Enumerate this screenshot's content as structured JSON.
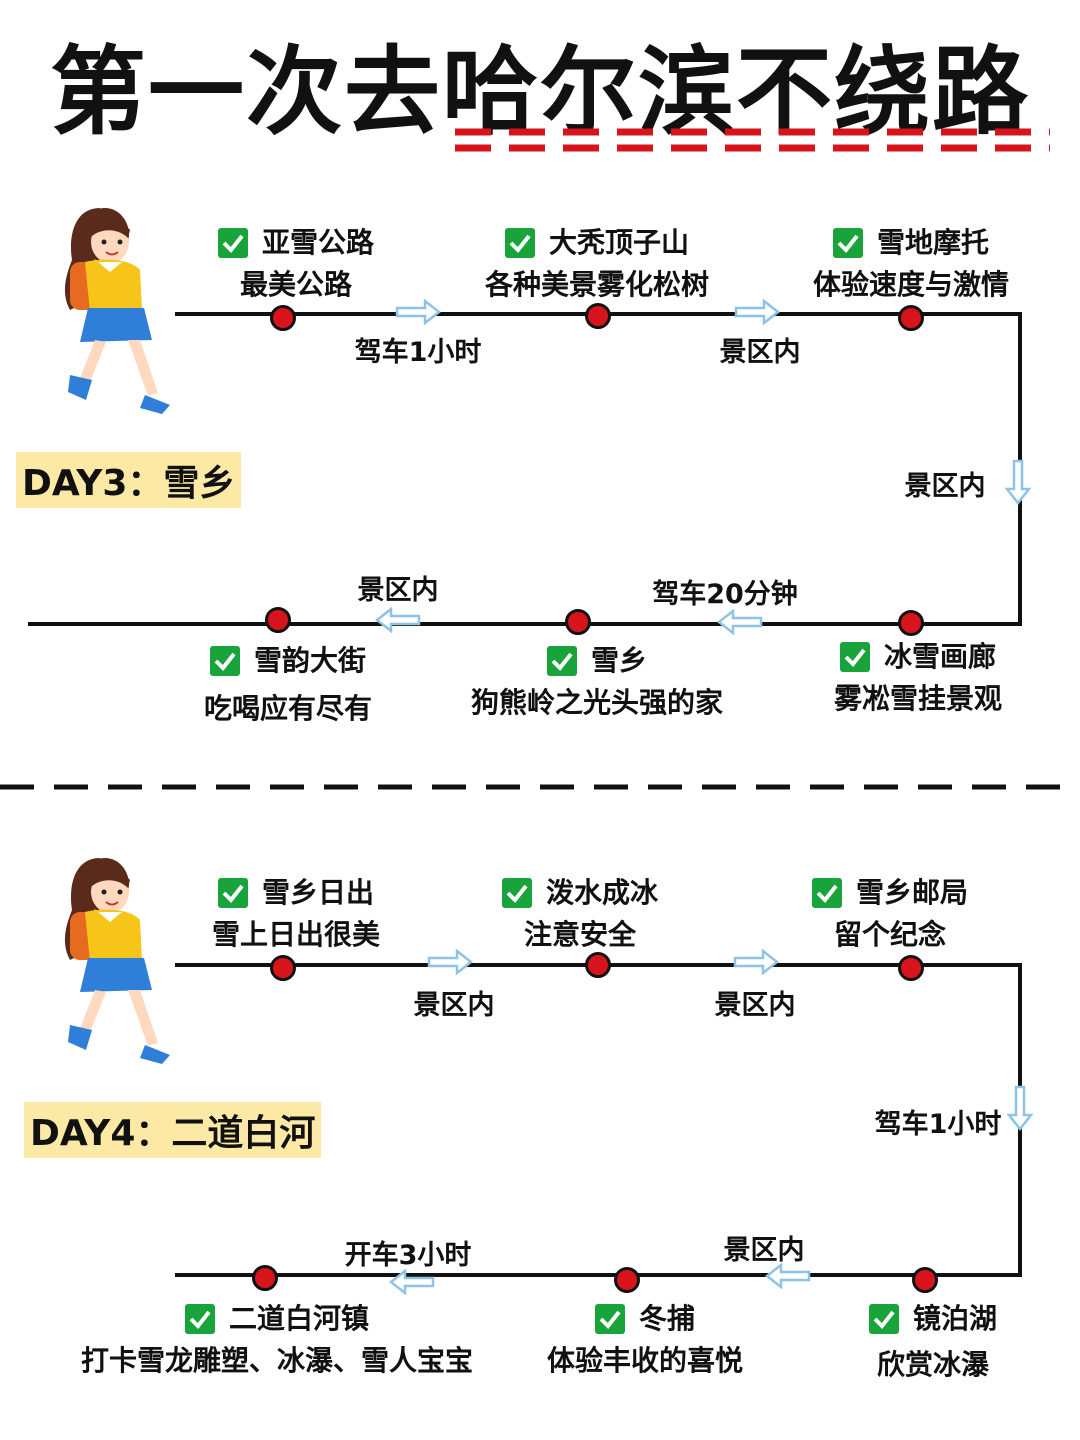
{
  "title": "第一次去哈尔滨不绕路",
  "colors": {
    "dot": "#d7131c",
    "check": "#18a43b",
    "tag_bg": "#fde9a6",
    "title_dash": "#d7131c",
    "arrow": "#a9d4ef"
  },
  "icons": [
    "girl-illustration",
    "check-icon",
    "arrow-right-icon",
    "arrow-left-icon",
    "arrow-down-icon"
  ],
  "days": [
    {
      "tag": "DAY3：雪乡",
      "stops": [
        {
          "name": "亚雪公路",
          "desc": "最美公路"
        },
        {
          "name": "大秃顶子山",
          "desc": "各种美景雾化松树"
        },
        {
          "name": "雪地摩托",
          "desc": "体验速度与激情"
        },
        {
          "name": "冰雪画廊",
          "desc": "雾凇雪挂景观"
        },
        {
          "name": "雪乡",
          "desc": "狗熊岭之光头强的家"
        },
        {
          "name": "雪韵大街",
          "desc": "吃喝应有尽有"
        }
      ],
      "legs": [
        "驾车1小时",
        "景区内",
        "景区内",
        "驾车20分钟",
        "景区内"
      ]
    },
    {
      "tag": "DAY4：二道白河",
      "stops": [
        {
          "name": "雪乡日出",
          "desc": "雪上日出很美"
        },
        {
          "name": "泼水成冰",
          "desc": "注意安全"
        },
        {
          "name": "雪乡邮局",
          "desc": "留个纪念"
        },
        {
          "name": "镜泊湖",
          "desc": "欣赏冰瀑"
        },
        {
          "name": "冬捕",
          "desc": "体验丰收的喜悦"
        },
        {
          "name": "二道白河镇",
          "desc": "打卡雪龙雕塑、冰瀑、雪人宝宝"
        }
      ],
      "legs": [
        "景区内",
        "景区内",
        "驾车1小时",
        "景区内",
        "开车3小时"
      ]
    }
  ]
}
